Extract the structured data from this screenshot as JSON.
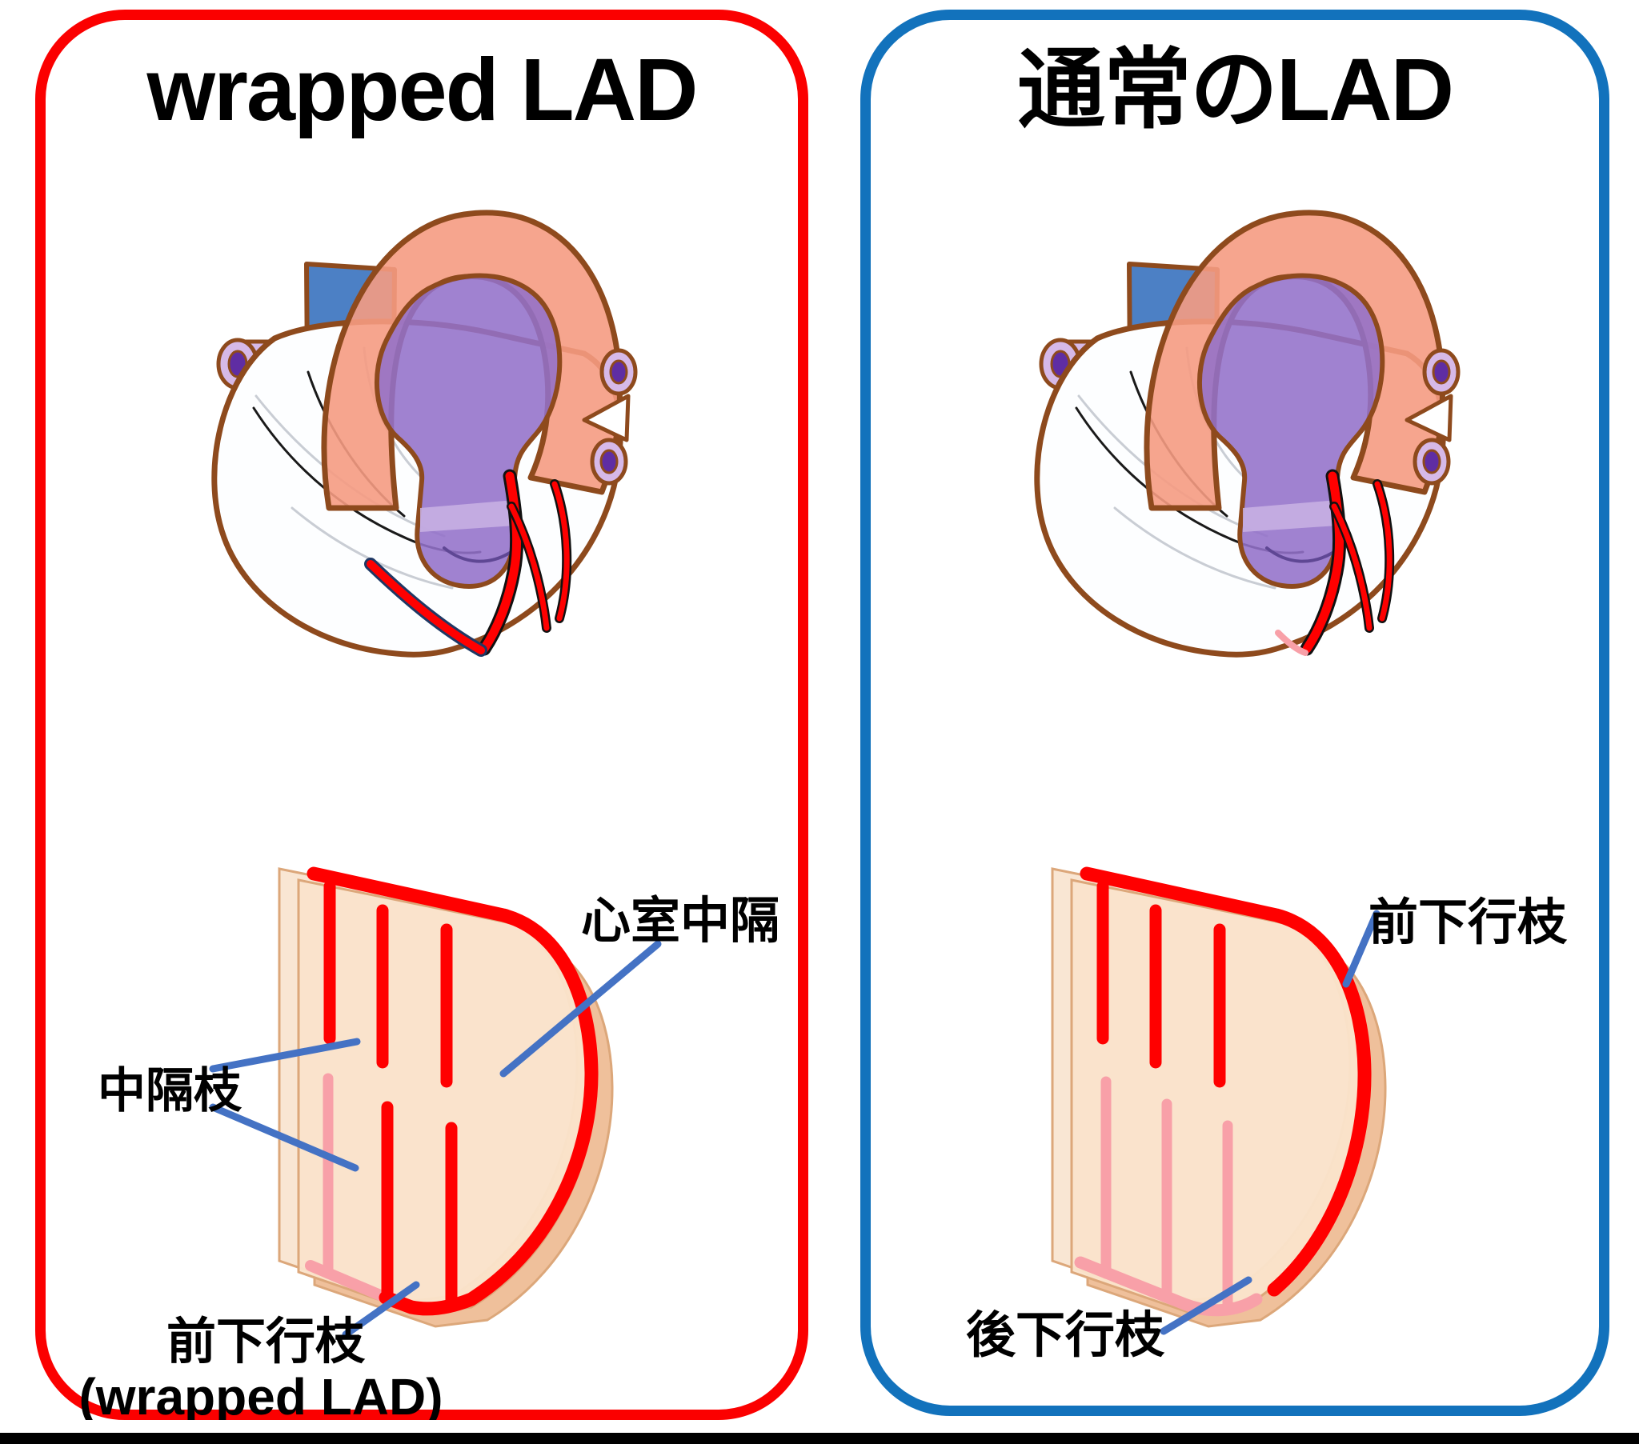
{
  "colors": {
    "panel-red": "#FB0000",
    "panel-blue": "#1272BC",
    "artery-red": "#FF0000",
    "artery-pink": "#F8A0A8",
    "pointer-blue": "#4472C4",
    "slab-face": "#FAE3CB",
    "slab-back": "#F9E6D3",
    "slab-rim": "#EFC09B",
    "slab-edge": "#DCA77A",
    "aorta": "#F59B82",
    "outline-brown": "#8E4A1D",
    "pulmonary-purple": "#9371C9",
    "vein-lilac": "#D6B9E8",
    "vein-core": "#5F2DA3",
    "svc-blue": "#4C80C5",
    "wrap-outline": "#1F3864",
    "title-black": "#000000",
    "bar-black": "#000000"
  },
  "panels": [
    {
      "id": "wrapped",
      "title": "wrapped LAD",
      "labels": {
        "septal_branch": "中隔枝",
        "ventricular_septum": "心室中隔",
        "lad": "前下行枝",
        "lad_sub": "(wrapped LAD)"
      }
    },
    {
      "id": "normal",
      "title": "通常のLAD",
      "labels": {
        "lad": "前下行枝",
        "pda": "後下行枝"
      }
    }
  ]
}
